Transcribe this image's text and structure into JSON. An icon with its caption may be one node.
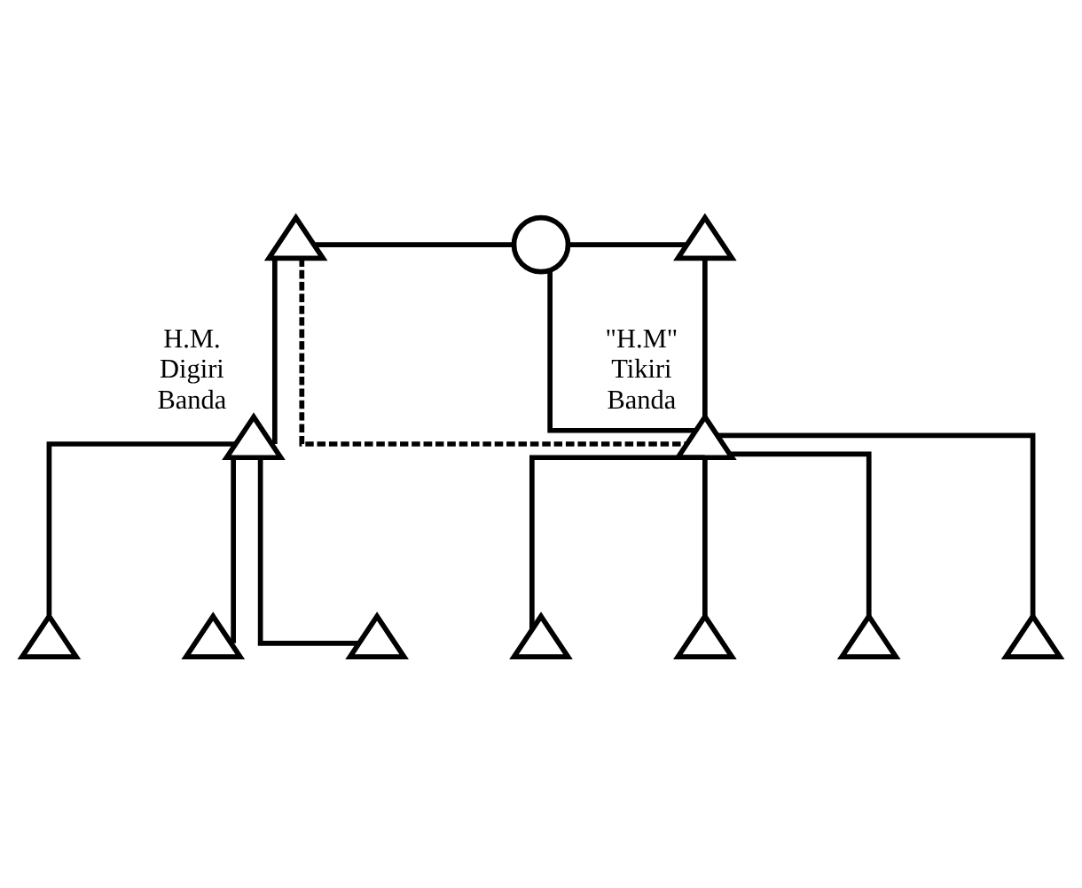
{
  "diagram": {
    "nodes": [
      {
        "text": [],
        "shape": "triangle"
      },
      {
        "text": [],
        "shape": "circle"
      },
      {
        "text": [],
        "shape": "triangle"
      },
      {
        "text": [
          "H.M. Digiri Banda"
        ]
      },
      {
        "text": [
          "\"H.M\" Tikiri Banda"
        ]
      },
      {
        "text": [],
        "shape": "triangle"
      },
      {
        "text": [],
        "shape": "triangle"
      },
      {
        "text": [],
        "shape": "triangle"
      },
      {
        "text": [],
        "shape": "triangle"
      },
      {
        "text": [],
        "shape": "triangle"
      },
      {
        "text": [],
        "shape": "triangle"
      },
      {
        "text": [],
        "shape": "triangle"
      }
    ],
    "edges": [
      {
        "from": 0,
        "to": 1,
        "arrow": "none"
      },
      {
        "from": 1,
        "to": 2,
        "arrow": "none"
      },
      {
        "from": 0,
        "to": 3,
        "arrow": "none"
      },
      {
        "from": 1,
        "to": 4,
        "arrow": "none"
      },
      {
        "from": 2,
        "to": 4,
        "arrow": "none"
      },
      {
        "from": 0,
        "to": 4,
        "arrow": "none",
        "style": "dashed"
      },
      {
        "from": 3,
        "to": 5,
        "arrow": "none"
      },
      {
        "from": 3,
        "to": 6,
        "arrow": "none"
      },
      {
        "from": 3,
        "to": 7,
        "arrow": "none"
      },
      {
        "from": 4,
        "to": 8,
        "arrow": "none"
      },
      {
        "from": 4,
        "to": 9,
        "arrow": "none"
      },
      {
        "from": 4,
        "to": 10,
        "arrow": "none"
      },
      {
        "from": 4,
        "to": 11,
        "arrow": "none"
      }
    ]
  }
}
